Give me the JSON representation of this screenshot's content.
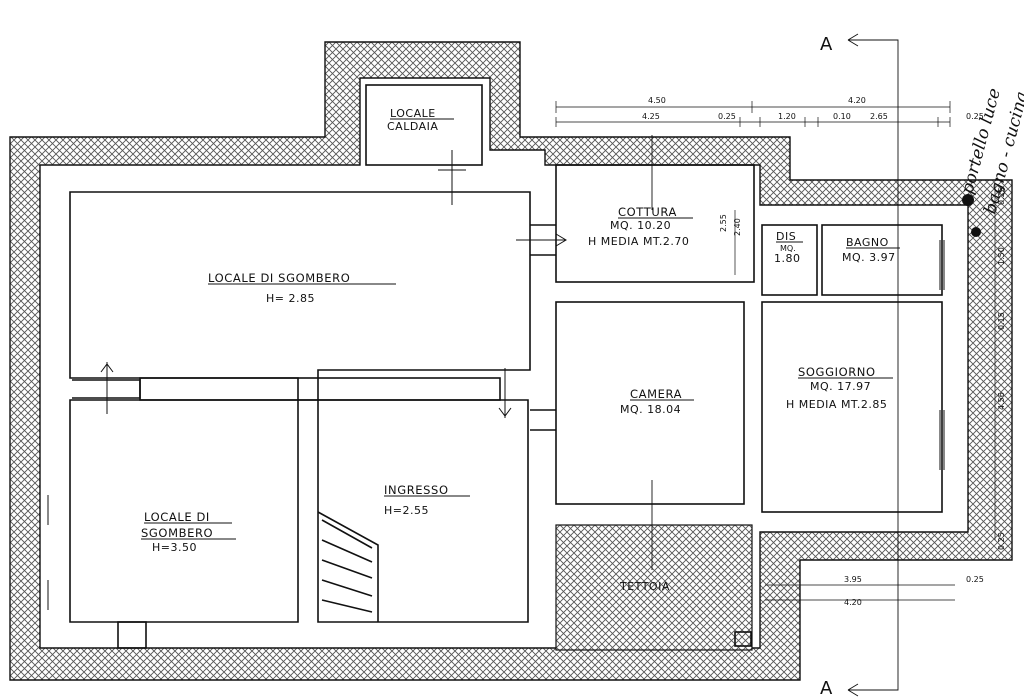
{
  "rooms": {
    "caldaia": {
      "line1": "LOCALE",
      "line2": "CALDAIA"
    },
    "sgombero_top": {
      "name": "LOCALE DI SGOMBERO",
      "height": "H= 2.85"
    },
    "cottura": {
      "name": "COTTURA",
      "area": "MQ. 10.20",
      "height": "H MEDIA MT.2.70"
    },
    "dis": {
      "name": "DIS",
      "unit": "MQ.",
      "value": "1.80"
    },
    "bagno": {
      "name": "BAGNO",
      "area": "MQ. 3.97"
    },
    "camera": {
      "name": "CAMERA",
      "area": "MQ. 18.04"
    },
    "soggiorno": {
      "name": "SOGGIORNO",
      "area": "MQ. 17.97",
      "height": "H MEDIA MT.2.85"
    },
    "ingresso": {
      "name": "INGRESSO",
      "height": "H=2.55"
    },
    "sgombero_bottom": {
      "line1": "LOCALE DI",
      "line2": "SGOMBERO",
      "height": "H=3.50"
    },
    "tettoia": {
      "name": "TETTOIA"
    }
  },
  "dimensions": {
    "top_row1": [
      "4.50",
      "4.20"
    ],
    "top_row2": [
      "4.25",
      "0.25",
      "1.20",
      "0.10",
      "2.65",
      "0.25"
    ],
    "right_vertical": [
      "0.25",
      "1.50",
      "0.15",
      "4.56",
      "0.25"
    ],
    "cottura_vertical": [
      "2.55",
      "2.40"
    ],
    "bottom_row1": [
      "3.95",
      "0.25"
    ],
    "bottom_row2": [
      "4.20"
    ]
  },
  "section": {
    "label_top": "A",
    "label_bottom": "A"
  },
  "handwritten_note": {
    "line1": "portello luce",
    "line2": "bagno - cucina"
  },
  "colors": {
    "ink": "#111111",
    "paper": "#ffffff",
    "hatch": "#555555"
  }
}
